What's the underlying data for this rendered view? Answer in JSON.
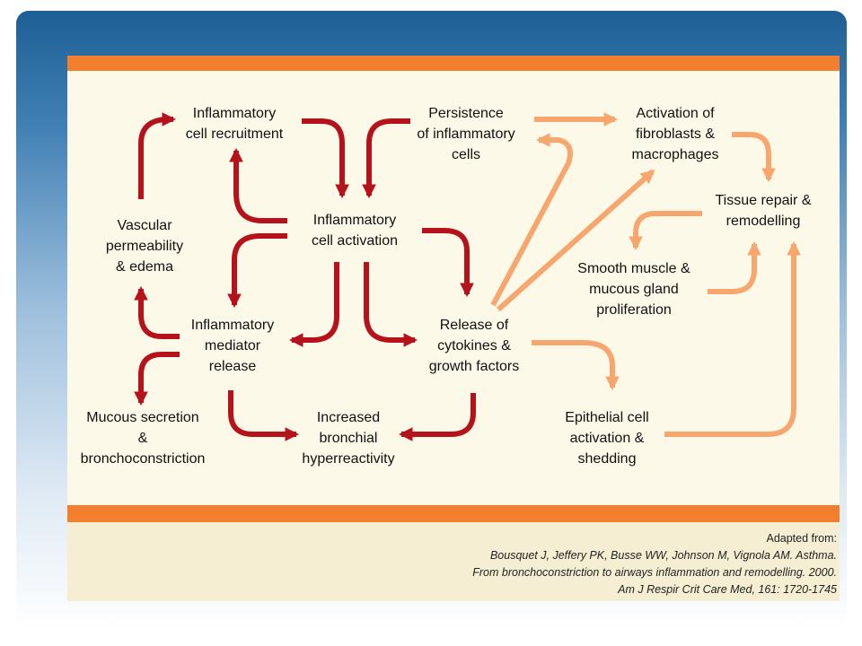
{
  "nodes": {
    "inflammatory_cell_recruitment": "Inflammatory\ncell recruitment",
    "persistence": "Persistence\nof inflammatory\ncells",
    "activation_fibroblasts": "Activation of\nfibroblasts &\nmacrophages",
    "tissue_repair": "Tissue repair &\nremodelling",
    "vascular_permeability": "Vascular\npermeability\n& edema",
    "inflammatory_cell_activation": "Inflammatory\ncell activation",
    "smooth_muscle": "Smooth muscle &\nmucous gland\nproliferation",
    "mediator_release": "Inflammatory\nmediator\nrelease",
    "cytokines": "Release of\ncytokines &\ngrowth factors",
    "mucous_secretion": "Mucous secretion\n&\nbronchoconstriction",
    "bronchial_hyperreactivity": "Increased\nbronchial\nhyperreactivity",
    "epithelial_activation": "Epithelial cell\nactivation &\nshedding"
  },
  "citation": {
    "line1": "Adapted from:",
    "line2": "Bousquet J, Jeffery PK, Busse WW, Johnson M, Vignola AM. Asthma.",
    "line3": "From bronchoconstriction to airways inflammation and remodelling. 2000.",
    "line4": "Am J Respir Crit Care Med, 161: 1720-1745"
  },
  "colors": {
    "red_arrow": "#b5121b",
    "orange_arrow": "#f7a66e",
    "orange_bar": "#f27f2e",
    "panel_bg": "#fdf9e8"
  }
}
